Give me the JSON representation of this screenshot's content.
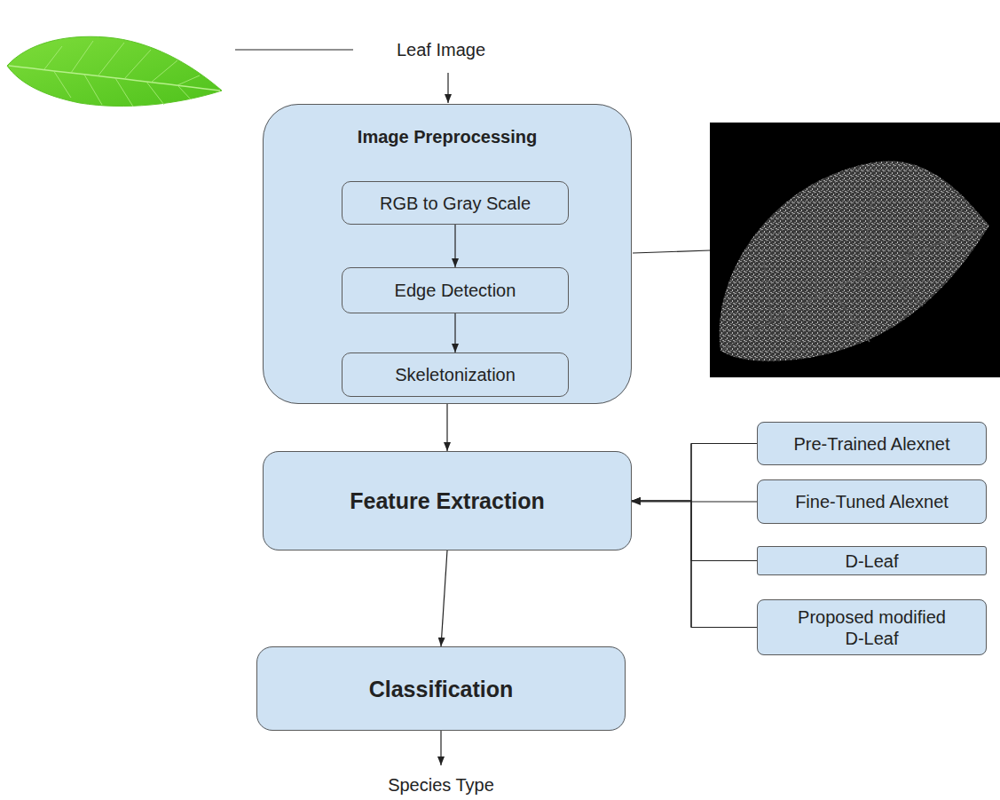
{
  "diagram": {
    "nodes": [
      {
        "text": [
          "Image Preprocessing"
        ]
      },
      {
        "text": [
          "RGB to Gray Scale"
        ],
        "in": 0
      },
      {
        "text": [
          "Edge Detection"
        ],
        "in": 0
      },
      {
        "text": [
          "Skeletonization"
        ],
        "in": 0
      },
      {
        "text": [
          "Feature Extraction"
        ]
      },
      {
        "text": [
          "Pre-Trained Alexnet"
        ]
      },
      {
        "text": [
          "Fine-Tuned Alexnet"
        ]
      },
      {
        "text": [
          "D-Leaf"
        ]
      },
      {
        "text": [
          "Proposed modified D-Leaf"
        ]
      },
      {
        "text": [
          "Classification"
        ]
      }
    ],
    "edges": [
      {
        "from": 1,
        "to": 2,
        "arrow": "to"
      },
      {
        "from": 2,
        "to": 3,
        "arrow": "to"
      },
      {
        "from": 0,
        "to": 4,
        "arrow": "to"
      },
      {
        "from": 5,
        "to": 4,
        "arrow": "to"
      },
      {
        "from": 6,
        "to": 4,
        "arrow": "to"
      },
      {
        "from": 7,
        "to": 4,
        "arrow": "to"
      },
      {
        "from": 8,
        "to": 4,
        "arrow": "to"
      },
      {
        "from": 4,
        "to": 9,
        "arrow": "to"
      }
    ],
    "labels": [
      "Leaf Image",
      "Species Type"
    ]
  }
}
